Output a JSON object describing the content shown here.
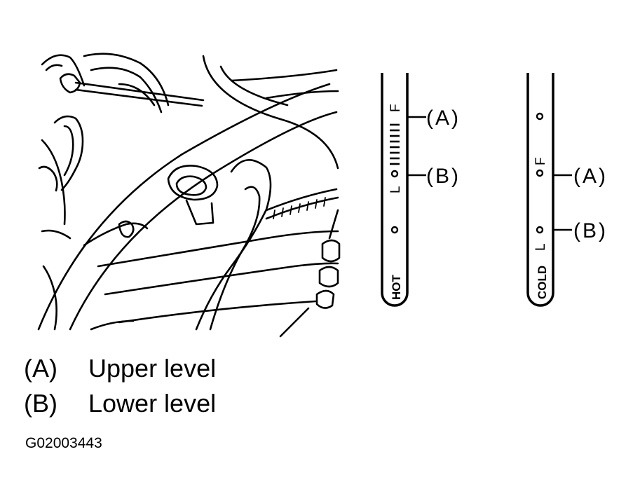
{
  "callouts": {
    "hot_upper": "(A)",
    "hot_lower": "(B)",
    "cold_upper": "(A)",
    "cold_lower": "(B)"
  },
  "dipstick_hot": {
    "side_label": "HOT",
    "full_mark": "F",
    "low_mark": "L"
  },
  "dipstick_cold": {
    "side_label": "COLD",
    "full_mark": "F",
    "low_mark": "L"
  },
  "legend": [
    {
      "key": "(A)",
      "value": "Upper level"
    },
    {
      "key": "(B)",
      "value": "Lower level"
    }
  ],
  "figure_id": "G02003443",
  "colors": {
    "ink": "#000000",
    "background": "#ffffff"
  }
}
